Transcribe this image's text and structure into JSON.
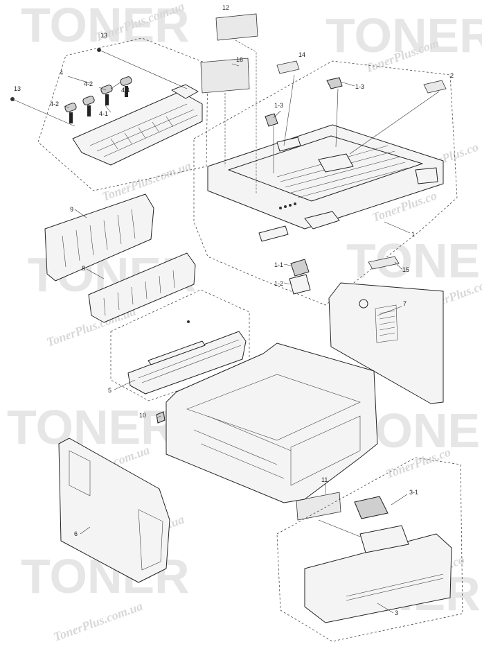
{
  "watermarks": {
    "brand_big": "TONER",
    "brand_script": "TonerPlus.com.ua",
    "brand_script_short": "TonerPlus.co",
    "brand_script_alt": "TonerPlus.com"
  },
  "callouts": {
    "c1": "1",
    "c1_1": "1-1",
    "c1_2": "1-2",
    "c1_3a": "1-3",
    "c1_3b": "1-3",
    "c2": "2",
    "c3": "3",
    "c3_1": "3-1",
    "c4": "4",
    "c4_1a": "4-1",
    "c4_1b": "4-1",
    "c4_2a": "4-2",
    "c4_2b": "4-2",
    "c5": "5",
    "c6": "6",
    "c7": "7",
    "c8": "8",
    "c9": "9",
    "c10": "10",
    "c11": "11",
    "c12": "12",
    "c13a": "13",
    "c13b": "13",
    "c14": "14",
    "c15": "15",
    "c16": "16"
  }
}
